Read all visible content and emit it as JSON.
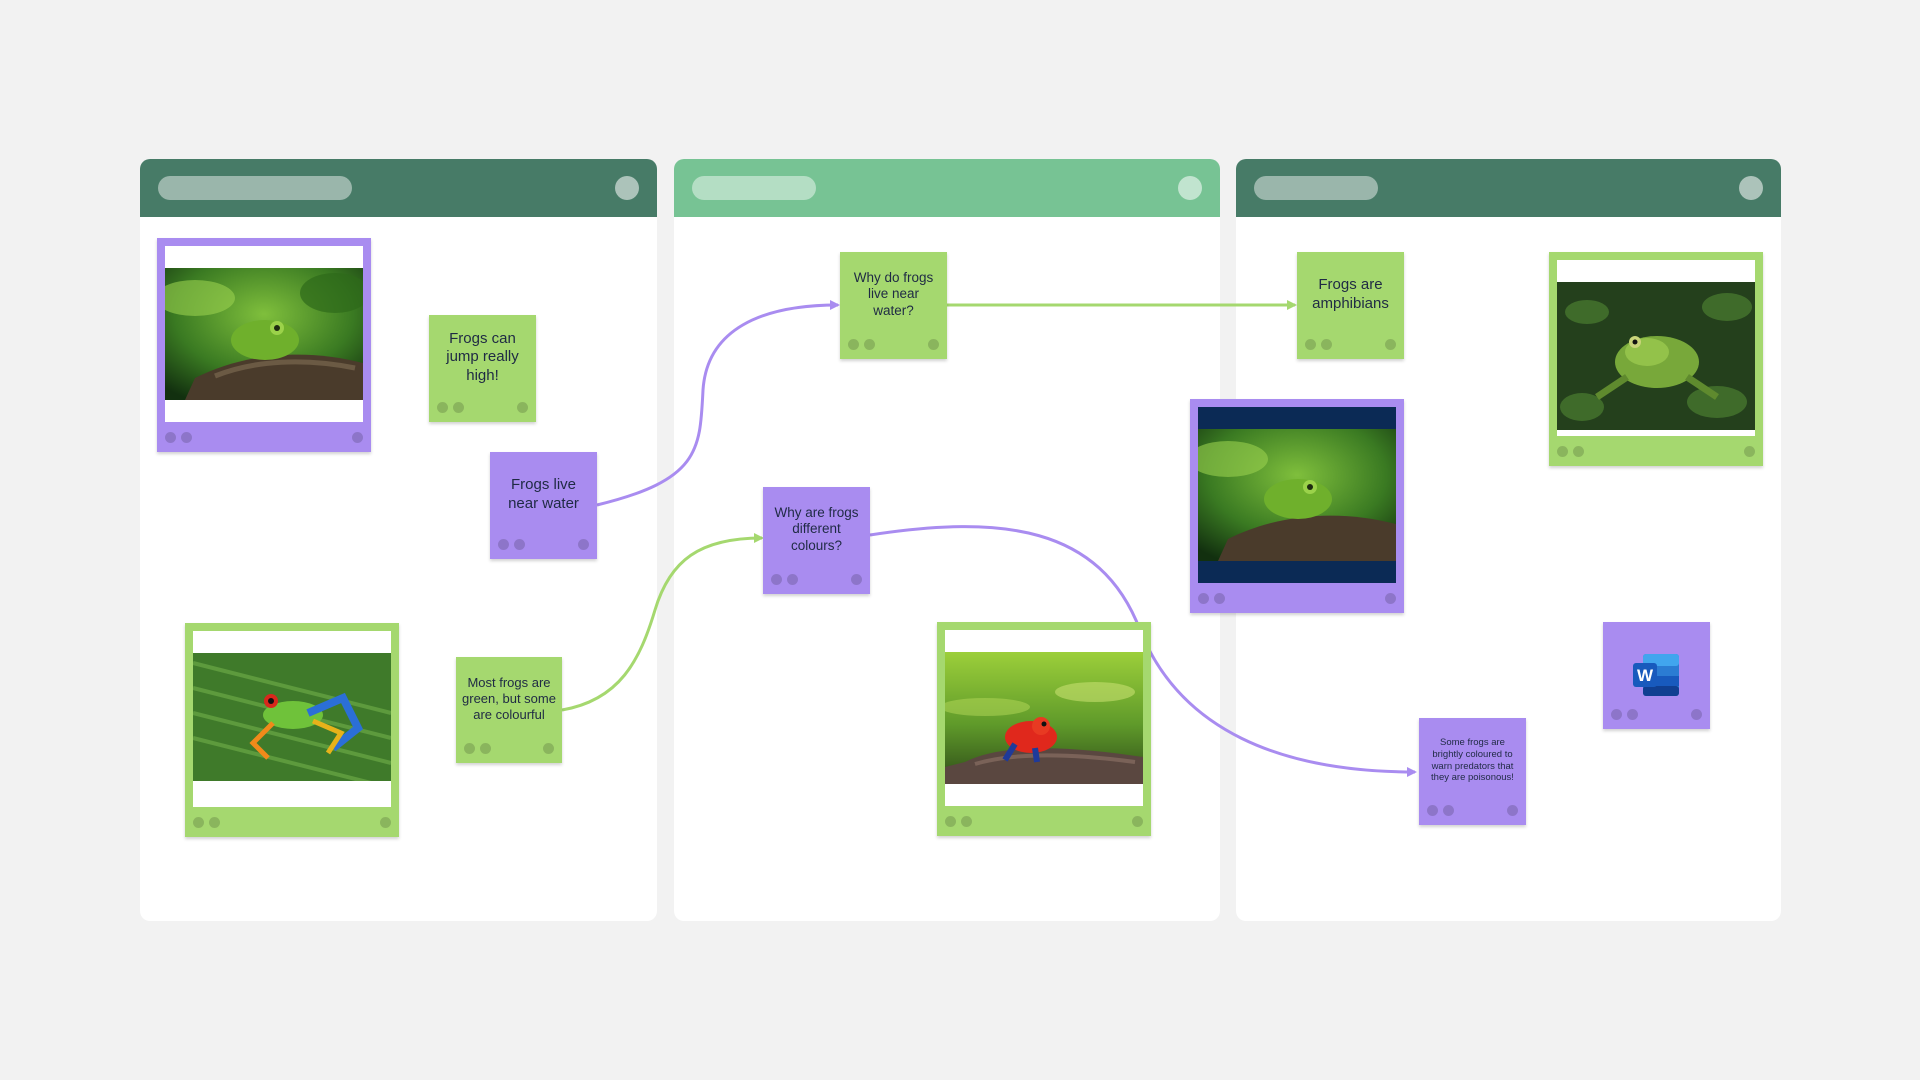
{
  "board": {
    "columns": [
      {
        "id": "col-1",
        "header_color": "#477b67"
      },
      {
        "id": "col-2",
        "header_color": "#77c394"
      },
      {
        "id": "col-3",
        "header_color": "#477b67"
      }
    ]
  },
  "colors": {
    "green_note": "#a5d86f",
    "purple_note": "#a98cf0",
    "green_connector": "#a5d86f",
    "purple_connector": "#a98cf0"
  },
  "notes": {
    "jump": "Frogs can jump really high!",
    "live_near_water": "Frogs live near water",
    "most_green": "Most frogs are green, but some are colourful",
    "why_water": "Why do frogs live near water?",
    "why_colours": "Why are frogs different colours?",
    "amphibians": "Frogs are amphibians",
    "bright_warn": "Some frogs are brightly coloured to warn predators that they are poisonous!"
  },
  "images": {
    "tree_frog_photo": "green-tree-frog-photo",
    "red_eyed_frog_photo": "red-eyed-tree-frog-photo",
    "poison_dart_frog_photo": "strawberry-poison-dart-frog-photo",
    "video_thumbnail": "tree-frog-video-thumbnail",
    "pond_frog_photo": "green-pond-frog-photo"
  },
  "attachments": {
    "word_doc_letter": "W",
    "word_doc_icon": "word-document-icon"
  }
}
